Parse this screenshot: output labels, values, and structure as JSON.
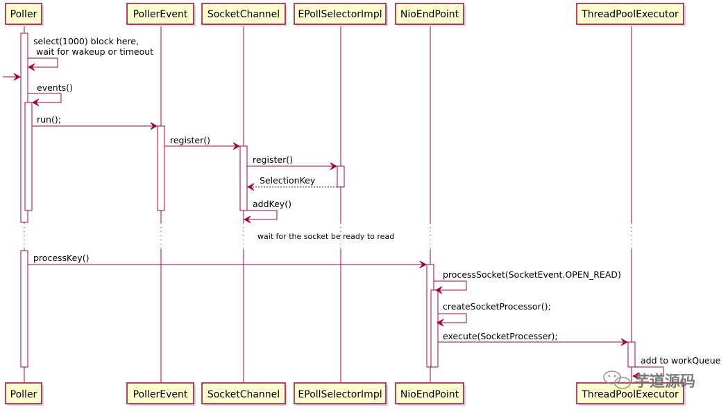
{
  "diagram": {
    "type": "sequence",
    "participants": [
      {
        "label": "Poller"
      },
      {
        "label": "PollerEvent"
      },
      {
        "label": "SocketChannel"
      },
      {
        "label": "EPollSelectorImpl"
      },
      {
        "label": "NioEndPoint"
      },
      {
        "label": "ThreadPoolExecutor"
      }
    ],
    "messages": [
      {
        "from": "Poller",
        "to": "Poller",
        "label": "select(1000) block here,",
        "label2": " wait for wakeup or timeout",
        "style": "self"
      },
      {
        "from": "",
        "to": "Poller",
        "label": "",
        "style": "found"
      },
      {
        "from": "Poller",
        "to": "Poller",
        "label": "events()",
        "style": "self"
      },
      {
        "from": "Poller",
        "to": "PollerEvent",
        "label": "run();",
        "style": "sync"
      },
      {
        "from": "PollerEvent",
        "to": "SocketChannel",
        "label": "register()",
        "style": "sync"
      },
      {
        "from": "SocketChannel",
        "to": "EPollSelectorImpl",
        "label": "register()",
        "style": "sync"
      },
      {
        "from": "EPollSelectorImpl",
        "to": "SocketChannel",
        "label": "SelectionKey",
        "style": "return"
      },
      {
        "from": "SocketChannel",
        "to": "SocketChannel",
        "label": "addKey()",
        "style": "self"
      },
      {
        "from": "Poller",
        "to": "NioEndPoint",
        "label": "processKey()",
        "style": "sync"
      },
      {
        "from": "NioEndPoint",
        "to": "NioEndPoint",
        "label": "processSocket(SocketEvent.OPEN_READ)",
        "style": "self"
      },
      {
        "from": "NioEndPoint",
        "to": "NioEndPoint",
        "label": "createSocketProcessor();",
        "style": "self"
      },
      {
        "from": "NioEndPoint",
        "to": "ThreadPoolExecutor",
        "label": "execute(SocketProcesser);",
        "style": "sync"
      },
      {
        "from": "ThreadPoolExecutor",
        "to": "ThreadPoolExecutor",
        "label": "add to workQueue",
        "style": "self"
      }
    ],
    "delay_note": "wait for the socket be ready to read",
    "colors": {
      "border": "#A80036",
      "box_fill": "#FEFECE"
    }
  },
  "watermark": {
    "text": "芋道源码",
    "icon": "wechat-icon"
  }
}
